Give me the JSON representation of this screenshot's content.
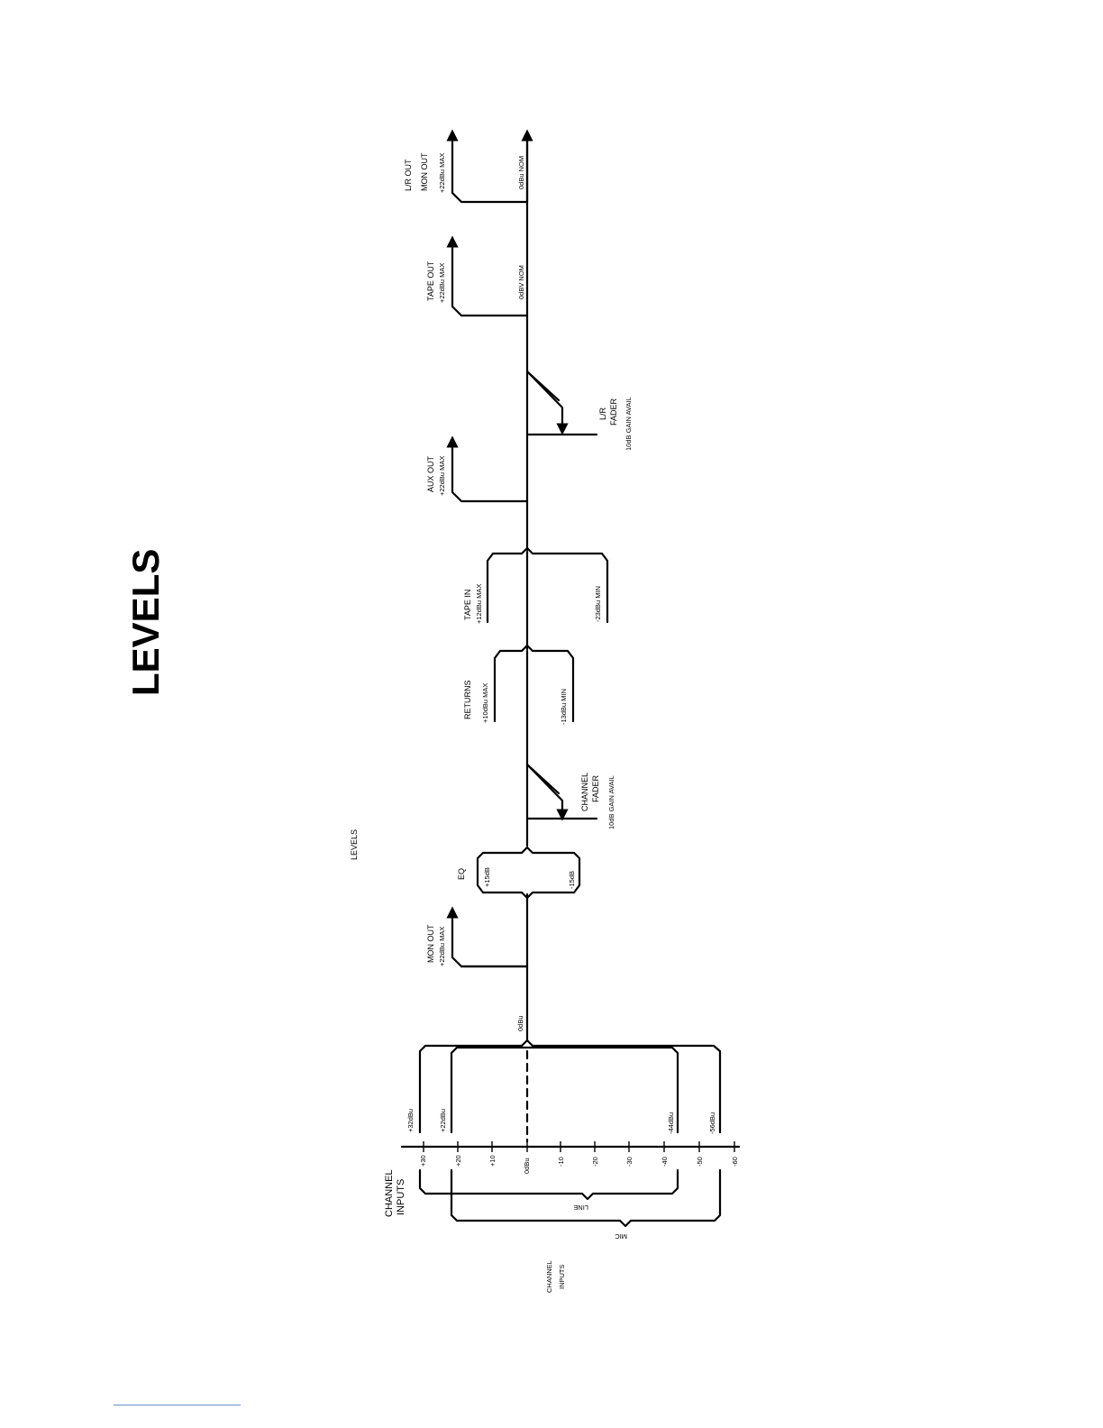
{
  "title": "LEVELS",
  "subtitle": "LEVELS",
  "scale": {
    "ticks": [
      "+30",
      "+20",
      "+10",
      "0dBu",
      "-10",
      "-20",
      "-30",
      "-40",
      "-50",
      "-60"
    ]
  },
  "channel_inputs": {
    "label_line1": "CHANNEL",
    "label_line2": "INPUTS",
    "bottom_label_line1": "CHANNEL",
    "bottom_label_line2": "INPUTS",
    "line_label": "LINE",
    "mic_label": "MIC",
    "line_max": "+32dBu",
    "mic_max": "+22dBu",
    "line_min": "-44dBu",
    "mic_min": "-56dBu",
    "nominal": "0dBu"
  },
  "mon_out_1": {
    "name": "MON OUT",
    "level": "+22dBu  MAX"
  },
  "eq": {
    "name": "EQ",
    "plus": "+15dB",
    "minus": "-15dB"
  },
  "channel_fader": {
    "line1": "CHANNEL",
    "line2": "FADER",
    "gain": "10dB  GAIN  AVAIL"
  },
  "returns": {
    "name": "RETURNS",
    "max": "+10dBu  MAX",
    "min": "-13dBu  MIN"
  },
  "tape_in": {
    "name": "TAPE  IN",
    "max": "+12dBu  MAX",
    "min": "-23dBu  MIN"
  },
  "aux_out": {
    "name": "AUX  OUT",
    "level": "+22dBu  MAX"
  },
  "lr_fader": {
    "line1": "L/R",
    "line2": "FADER",
    "gain": "10dB  GAIN  AVAIL"
  },
  "tape_out": {
    "name": "TAPE  OUT",
    "max": "+22dBu  MAX",
    "nom": "0dBV  NOM"
  },
  "lr_out": {
    "line1": "L/R  OUT",
    "line2": "MON OUT",
    "max": "+22dBu  MAX",
    "nom": "0dBu  NOM"
  }
}
